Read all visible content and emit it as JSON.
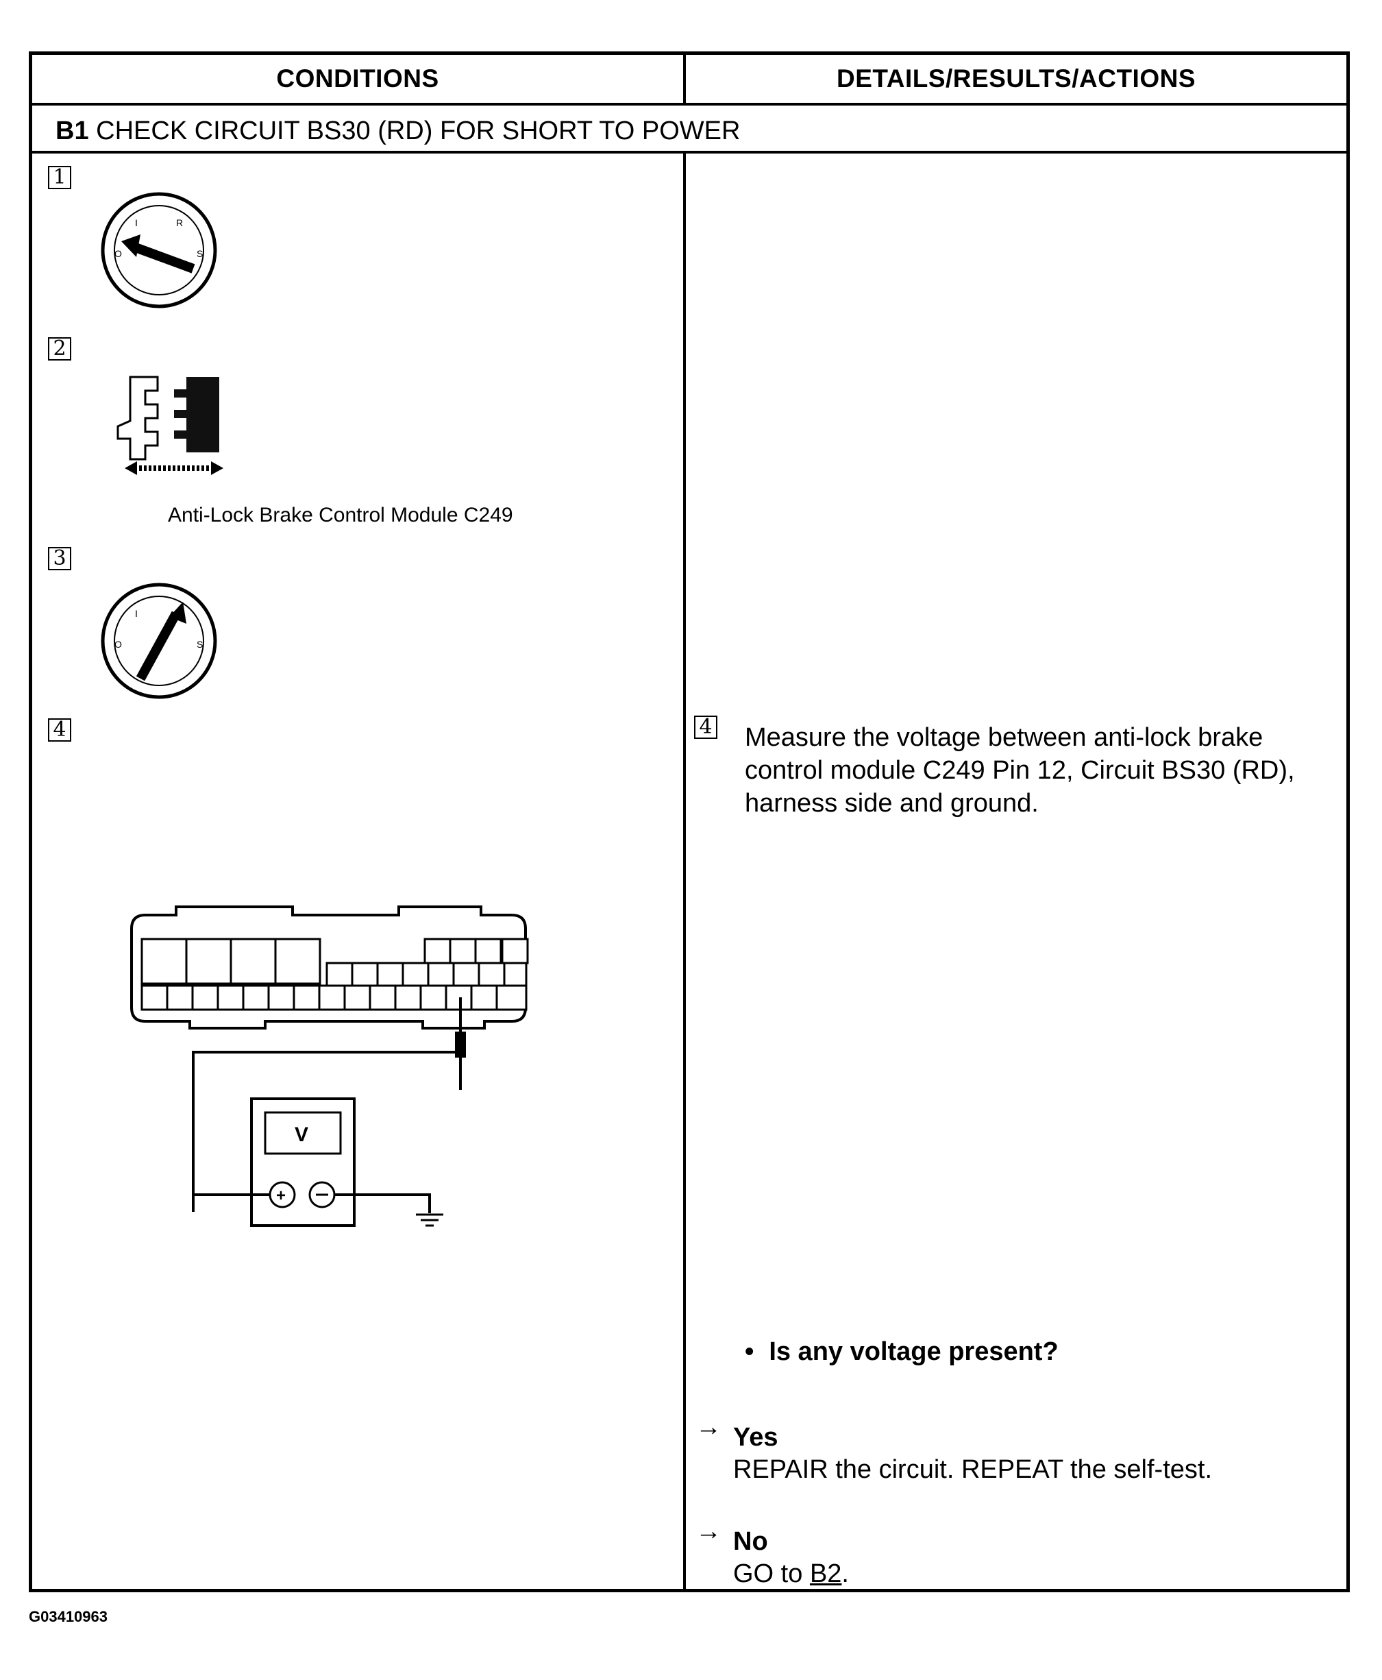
{
  "table": {
    "headers": {
      "left": "CONDITIONS",
      "right": "DETAILS/RESULTS/ACTIONS"
    },
    "step": {
      "id": "B1",
      "title": "CHECK CIRCUIT BS30 (RD) FOR SHORT TO POWER"
    },
    "conditions": [
      {
        "number": "1",
        "icon": "ignition-off-icon"
      },
      {
        "number": "2",
        "icon": "connector-disconnect-icon",
        "caption": "Anti-Lock Brake Control Module C249"
      },
      {
        "number": "3",
        "icon": "ignition-on-icon"
      },
      {
        "number": "4",
        "icon": "voltmeter-connector-diagram"
      }
    ],
    "details": {
      "step_number": "4",
      "instruction": "Measure the voltage between anti-lock brake control module C249 Pin 12, Circuit BS30 (RD), harness side and ground.",
      "question": "Is any voltage present?",
      "yes": {
        "label": "Yes",
        "action": "REPAIR the circuit. REPEAT the self-test."
      },
      "no": {
        "label": "No",
        "action_prefix": "GO to",
        "link": "B2",
        "suffix": "."
      }
    },
    "meter_symbol": "V",
    "ignition_letters": [
      "O",
      "I",
      "R",
      "S"
    ]
  },
  "figure_id": "G03410963"
}
